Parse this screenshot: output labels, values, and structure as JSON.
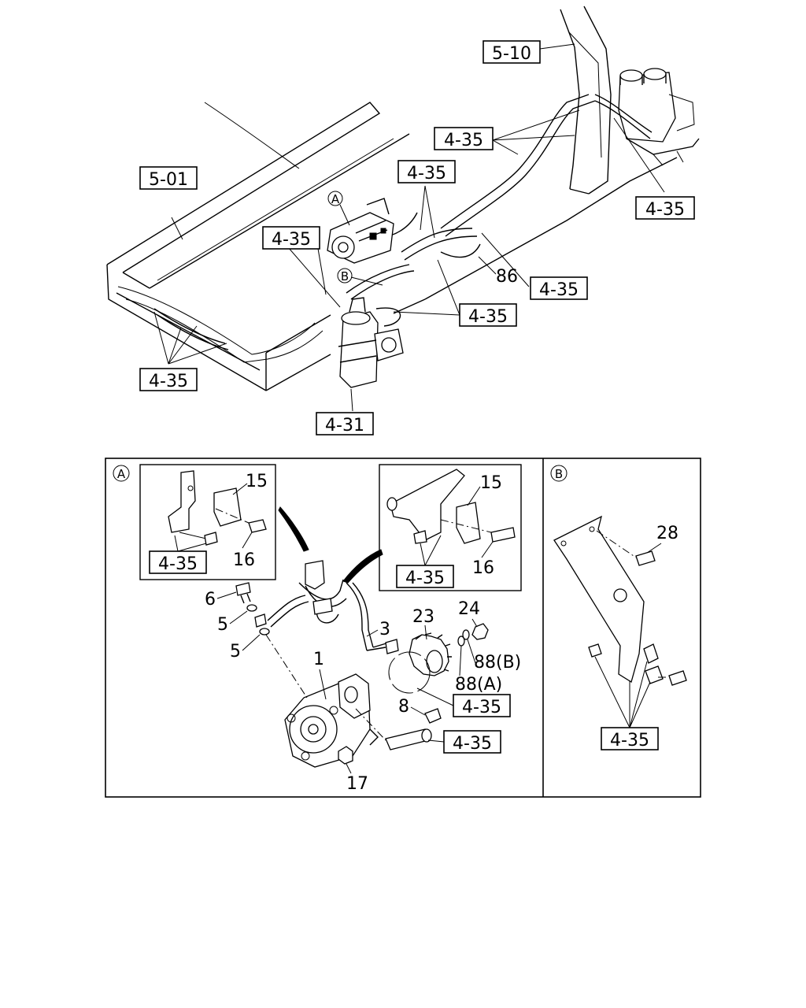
{
  "refs": {
    "r510": "5-10",
    "r501": "5-01",
    "r435": "4-35",
    "r431": "4-31"
  },
  "callouts": {
    "A": "A",
    "B": "B"
  },
  "parts": {
    "p86": "86",
    "p15": "15",
    "p16": "16",
    "p6": "6",
    "p5": "5",
    "p3": "3",
    "p23": "23",
    "p24": "24",
    "p88b": "88(B)",
    "p88a": "88(A)",
    "p1": "1",
    "p8": "8",
    "p17": "17",
    "p28": "28"
  }
}
